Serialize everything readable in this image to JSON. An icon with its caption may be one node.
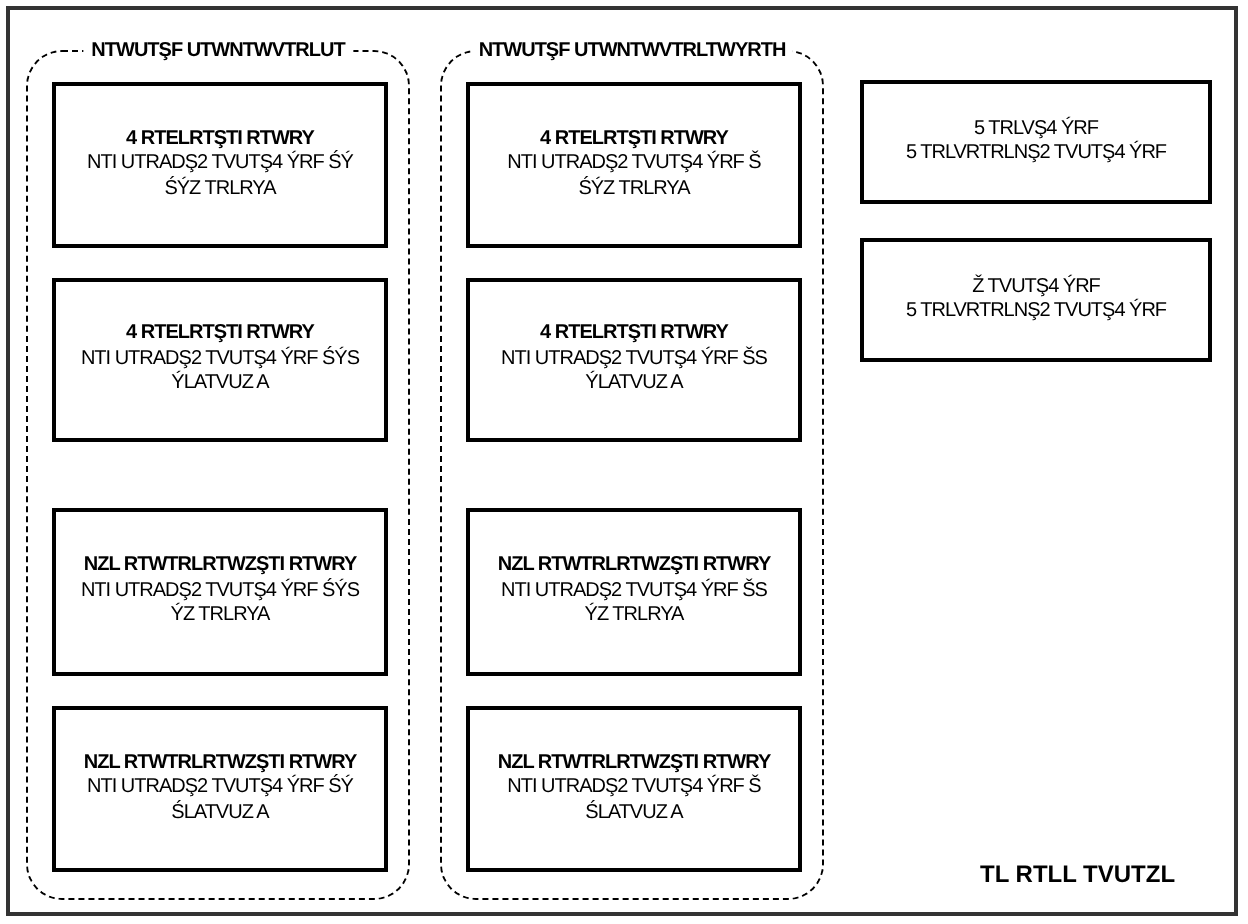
{
  "diagram": {
    "nodes": [
      {
        "text": [
          "NTWUTŞF UTWNTWVTRLUT"
        ]
      },
      {
        "text": [
          "4 RTELRTŞTI RTWRY",
          "NTI UTRADŞ2 TVUTŞ4 ÝRF ŚÝ",
          "ŚÝZ TRLRYA"
        ],
        "in": 0
      },
      {
        "text": [
          "4 RTELRTŞTI RTWRY",
          "NTI UTRADŞ2 TVUTŞ4 ÝRF ŚÝS",
          "ÝLATVUZ A"
        ],
        "in": 0
      },
      {
        "text": [
          "NZL RTWTRLRTWZŞTI RTWRY",
          "NTI UTRADŞ2 TVUTŞ4 ÝRF ŚÝS",
          "ÝZ TRLRYA"
        ],
        "in": 0
      },
      {
        "text": [
          "NZL RTWTRLRTWZŞTI RTWRY",
          "NTI UTRADŞ2 TVUTŞ4 ÝRF ŚÝ",
          "ŚLATVUZ A"
        ],
        "in": 0
      },
      {
        "text": [
          "NTWUTŞF UTWNTWVTRLTWYRTH"
        ]
      },
      {
        "text": [
          "4 RTELRTŞTI RTWRY",
          "NTI UTRADŞ2 TVUTŞ4 ÝRF Š",
          "ŚÝZ TRLRYA"
        ],
        "in": 5
      },
      {
        "text": [
          "4 RTELRTŞTI RTWRY",
          "NTI UTRADŞ2 TVUTŞ4 ÝRF ŠS",
          "ÝLATVUZ A"
        ],
        "in": 5
      },
      {
        "text": [
          "NZL RTWTRLRTWZŞTI RTWRY",
          "NTI UTRADŞ2 TVUTŞ4 ÝRF ŠS",
          "ÝZ TRLRYA"
        ],
        "in": 5
      },
      {
        "text": [
          "NZL RTWTRLRTWZŞTI RTWRY",
          "NTI UTRADŞ2 TVUTŞ4 ÝRF Š",
          "ŚLATVUZ A"
        ],
        "in": 5
      },
      {
        "text": [
          "5 TRLVŞ4 ÝRF",
          "5 TRLVRTRLNŞ2 TVUTŞ4 ÝRF"
        ]
      },
      {
        "text": [
          "Ž TVUTŞ4 ÝRF",
          "5 TRLVRTRLNŞ2 TVUTŞ4 ÝRF"
        ]
      }
    ],
    "edges": [],
    "labels": [
      "TL RTLL TVUTZL"
    ]
  }
}
